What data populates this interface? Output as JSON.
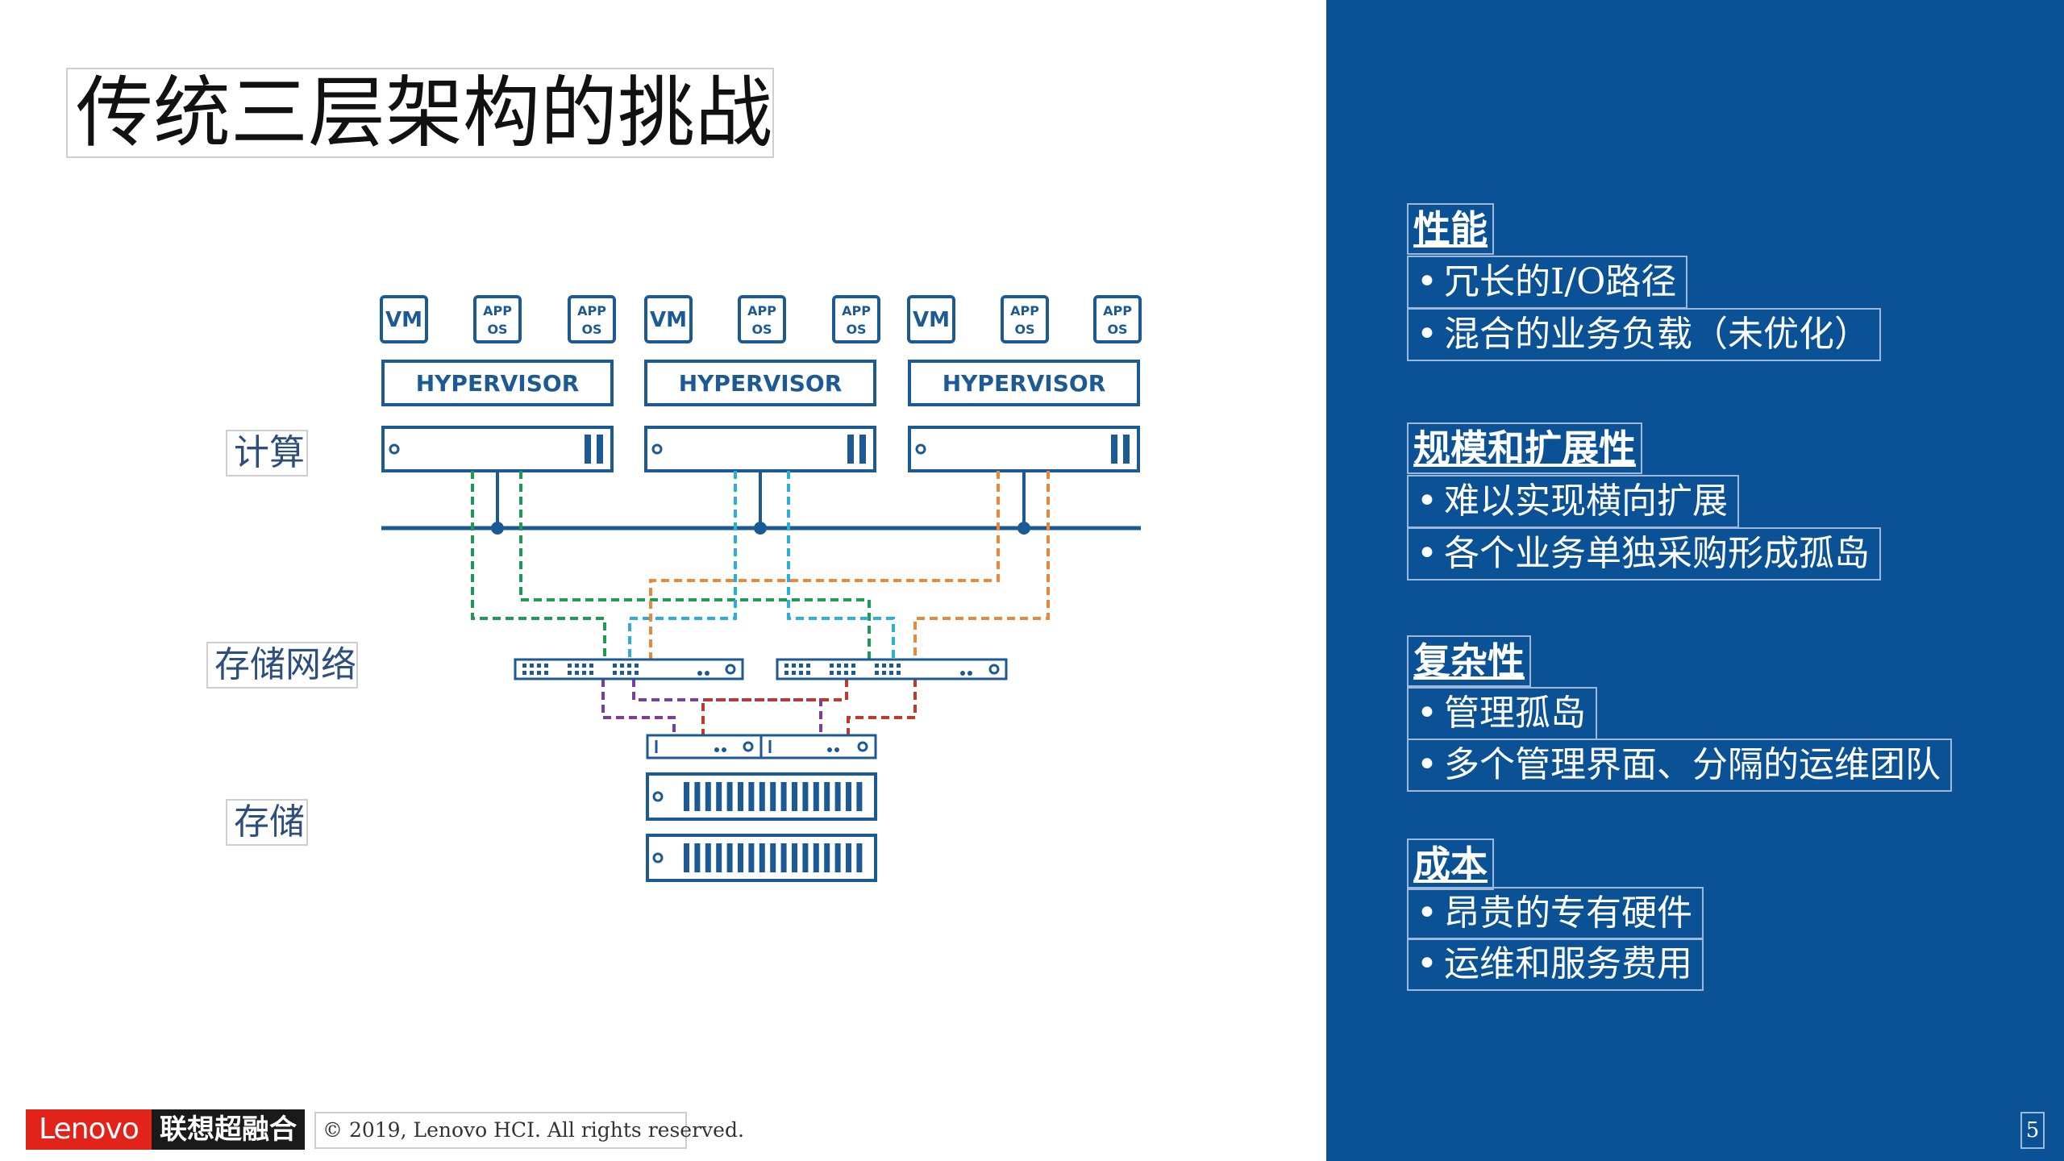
{
  "title": "传统三层架构的挑战",
  "diagram": {
    "labels": {
      "compute": "计算",
      "storage_network": "存储网络",
      "storage": "存储"
    },
    "vm_label": "VM",
    "app_label": "APP",
    "os_label": "OS",
    "hypervisor_label": "HYPERVISOR",
    "colors": {
      "server_blue": "#1c5a96",
      "green": "#1f9a55",
      "cyan": "#2ab0d8",
      "orange": "#e8883a",
      "purple": "#7b3fa0",
      "red": "#c0392b"
    }
  },
  "right_panel": {
    "background": "#0a5196",
    "sections": [
      {
        "heading": "性能",
        "items": [
          "冗长的I/O路径",
          "混合的业务负载（未优化）"
        ]
      },
      {
        "heading": "规模和扩展性",
        "items": [
          "难以实现横向扩展",
          "各个业务单独采购形成孤岛"
        ]
      },
      {
        "heading": "复杂性",
        "items": [
          "管理孤岛",
          "多个管理界面、分隔的运维团队"
        ]
      },
      {
        "heading": "成本",
        "items": [
          "昂贵的专有硬件",
          "运维和服务费用"
        ]
      }
    ],
    "bullet": "•",
    "page_number": "5"
  },
  "footer": {
    "logo_text": "Lenovo",
    "logo_cn": "联想超融合",
    "copyright": "© 2019, Lenovo HCI. All rights reserved."
  }
}
